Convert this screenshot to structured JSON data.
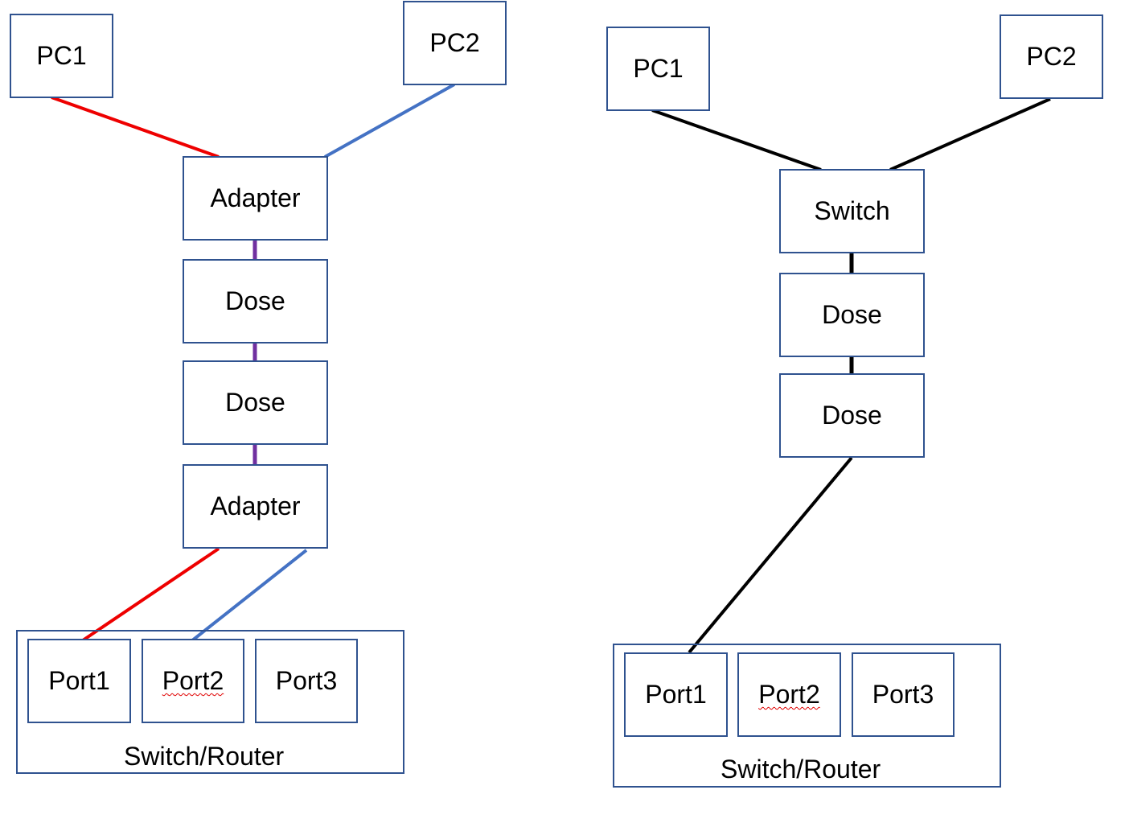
{
  "left_diagram": {
    "pc1": "PC1",
    "pc2": "PC2",
    "adapter_top": "Adapter",
    "dose_1": "Dose",
    "dose_2": "Dose",
    "adapter_bottom": "Adapter",
    "ports": [
      "Port1",
      "Port2",
      "Port3"
    ],
    "device_label": "Switch/Router",
    "wire_colors": {
      "pc1": "#ee0000",
      "pc2": "#4472c4",
      "trunk": "#7030a0"
    }
  },
  "right_diagram": {
    "pc1": "PC1",
    "pc2": "PC2",
    "switch": "Switch",
    "dose_1": "Dose",
    "dose_2": "Dose",
    "ports": [
      "Port1",
      "Port2",
      "Port3"
    ],
    "device_label": "Switch/Router",
    "wire_color": "#000000"
  },
  "colors": {
    "box_border": "#2f528f",
    "spellcheck": "#e00000"
  }
}
